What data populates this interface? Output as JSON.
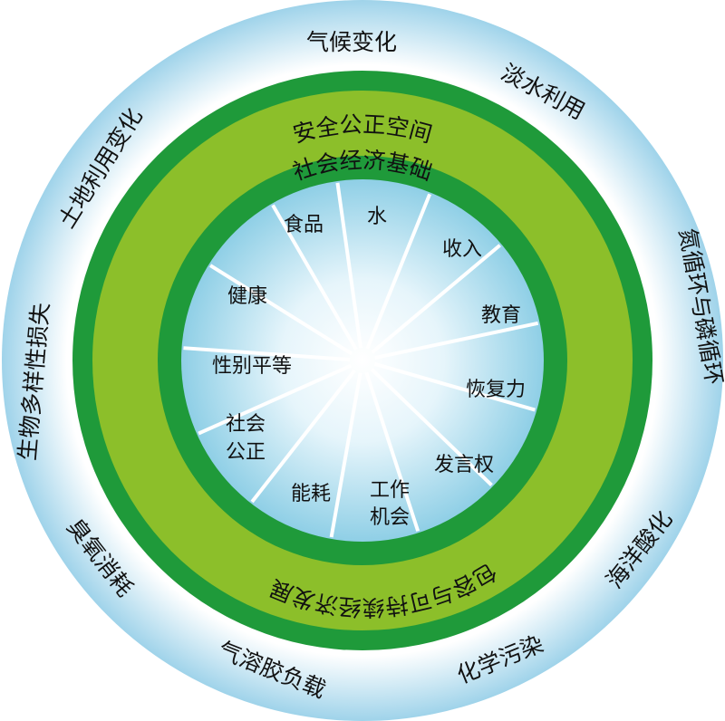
{
  "colors": {
    "background": "#ffffff",
    "halo": "#9fd3ea",
    "dark_green": "#1f9a3a",
    "light_green": "#8cbf2a",
    "core_edge": "#8fcfe6",
    "core_center": "#ffffff",
    "spoke": "#ffffff"
  },
  "outer_labels": {
    "climate": "气候变化",
    "freshwater": "淡水利用",
    "nitrogen_phosphorus": "氮循环与磷循环",
    "ocean_acid": "海洋酸化",
    "chemical": "化学污染",
    "aerosol": "气溶胶负载",
    "ozone": "臭氧消耗",
    "biodiversity": "生物多样性损失",
    "land_use": "土地利用变化"
  },
  "ring_labels": {
    "safe_space": "安全公正空间",
    "social_foundation": "社会经济基础",
    "inclusive": "包容与可持续经济发展"
  },
  "inner_labels": {
    "water": "水",
    "income": "收入",
    "education": "教育",
    "resilience": "恢复力",
    "voice": "发言权",
    "jobs_line1": "工作",
    "jobs_line2": "机会",
    "energy": "能耗",
    "social_equity_line1": "社会",
    "social_equity_line2": "公正",
    "gender_equality": "性别平等",
    "health": "健康",
    "food": "食品"
  }
}
